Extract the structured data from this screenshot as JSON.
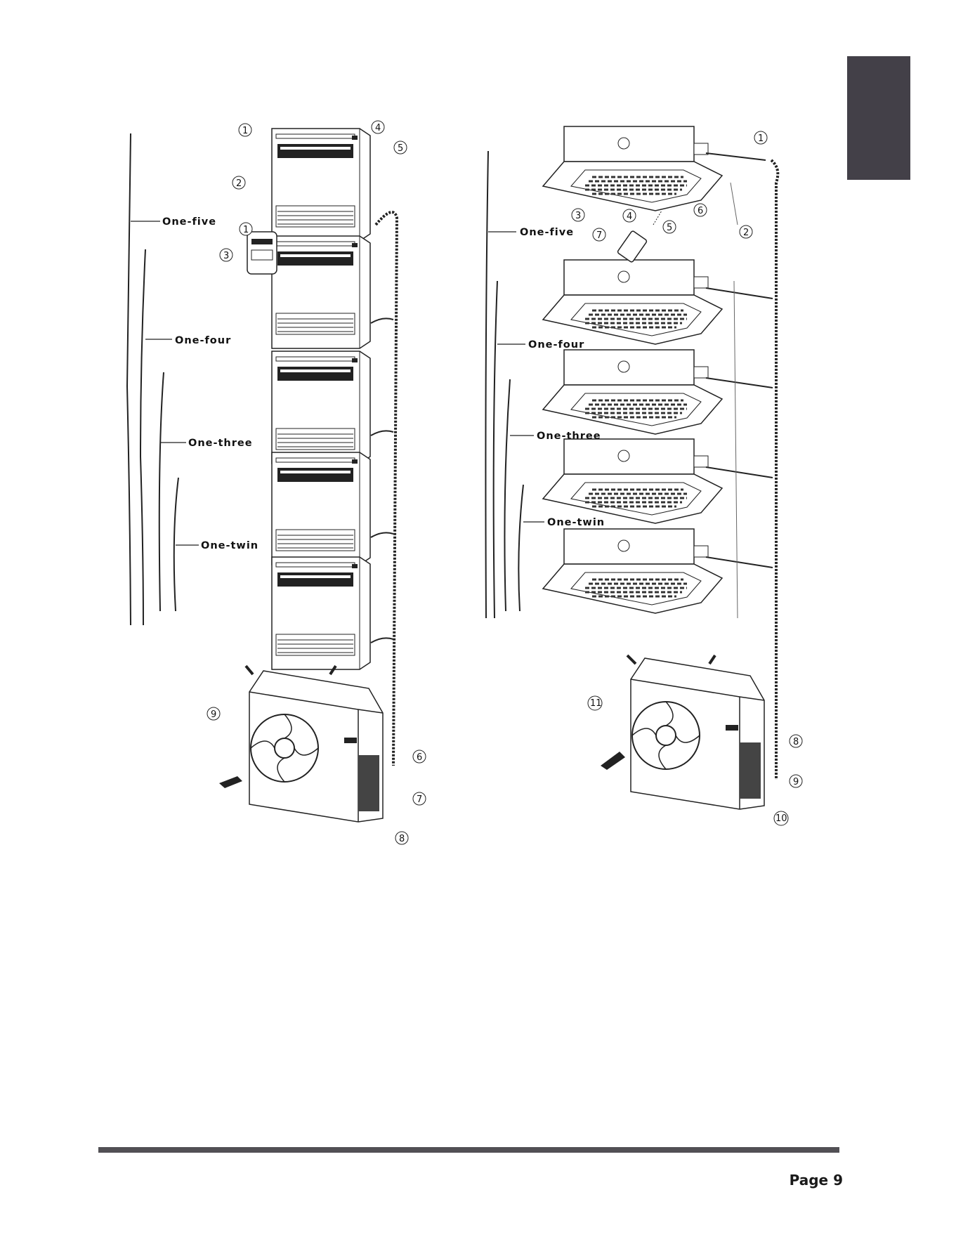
{
  "page": {
    "number_label": "Page 9"
  },
  "left_diagram": {
    "group_labels": [
      "One-five",
      "One-four",
      "One-three",
      "One-twin"
    ],
    "callouts": [
      "1",
      "2",
      "1",
      "3",
      "4",
      "5",
      "6",
      "7",
      "8",
      "9"
    ]
  },
  "right_diagram": {
    "group_labels": [
      "One-five",
      "One-four",
      "One-three",
      "One-twin"
    ],
    "callouts": [
      "1",
      "2",
      "3",
      "4",
      "5",
      "6",
      "7",
      "8",
      "9",
      "10",
      "11"
    ]
  }
}
